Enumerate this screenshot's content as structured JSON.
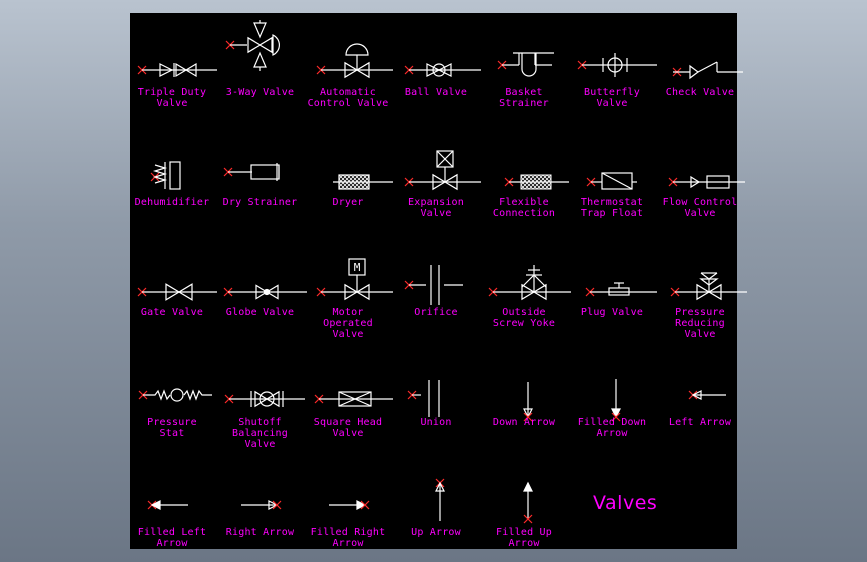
{
  "title": "Valves",
  "colors": {
    "background": "#000000",
    "label": "#ff00ff",
    "symbol": "#ffffff",
    "insertion_point": "#ff2a2a"
  },
  "symbols": [
    {
      "id": "triple-duty-valve",
      "label": "Triple Duty\nValve"
    },
    {
      "id": "3-way-valve",
      "label": "3-Way Valve"
    },
    {
      "id": "automatic-control-valve",
      "label": "Automatic\nControl Valve"
    },
    {
      "id": "ball-valve",
      "label": "Ball Valve"
    },
    {
      "id": "basket-strainer",
      "label": "Basket\nStrainer"
    },
    {
      "id": "butterfly-valve",
      "label": "Butterfly\nValve"
    },
    {
      "id": "check-valve",
      "label": "Check Valve"
    },
    {
      "id": "dehumidifier",
      "label": "Dehumidifier"
    },
    {
      "id": "dry-strainer",
      "label": "Dry Strainer"
    },
    {
      "id": "dryer",
      "label": "Dryer"
    },
    {
      "id": "expansion-valve",
      "label": "Expansion\nValve"
    },
    {
      "id": "flexible-connection",
      "label": "Flexible\nConnection"
    },
    {
      "id": "thermostat-trap-float",
      "label": "Thermostat\nTrap Float"
    },
    {
      "id": "flow-control-valve",
      "label": "Flow Control\nValve"
    },
    {
      "id": "gate-valve",
      "label": "Gate Valve"
    },
    {
      "id": "globe-valve",
      "label": "Globe Valve"
    },
    {
      "id": "motor-operated-valve",
      "label": "Motor\nOperated\nValve",
      "motor_letter": "M"
    },
    {
      "id": "orifice",
      "label": "Orifice"
    },
    {
      "id": "outside-screw-yoke",
      "label": "Outside\nScrew Yoke"
    },
    {
      "id": "plug-valve",
      "label": "Plug Valve"
    },
    {
      "id": "pressure-reducing-valve",
      "label": "Pressure\nReducing\nValve"
    },
    {
      "id": "pressure-stat",
      "label": "Pressure\nStat"
    },
    {
      "id": "shutoff-balancing-valve",
      "label": "Shutoff\nBalancing\nValve"
    },
    {
      "id": "square-head-valve",
      "label": "Square Head\nValve"
    },
    {
      "id": "union",
      "label": "Union"
    },
    {
      "id": "down-arrow",
      "label": "Down Arrow"
    },
    {
      "id": "filled-down-arrow",
      "label": "Filled Down\nArrow"
    },
    {
      "id": "left-arrow",
      "label": "Left Arrow"
    },
    {
      "id": "filled-left-arrow",
      "label": "Filled Left\nArrow"
    },
    {
      "id": "right-arrow",
      "label": "Right Arrow"
    },
    {
      "id": "filled-right-arrow",
      "label": "Filled Right\nArrow"
    },
    {
      "id": "up-arrow",
      "label": "Up Arrow"
    },
    {
      "id": "filled-up-arrow",
      "label": "Filled Up\nArrow"
    }
  ]
}
